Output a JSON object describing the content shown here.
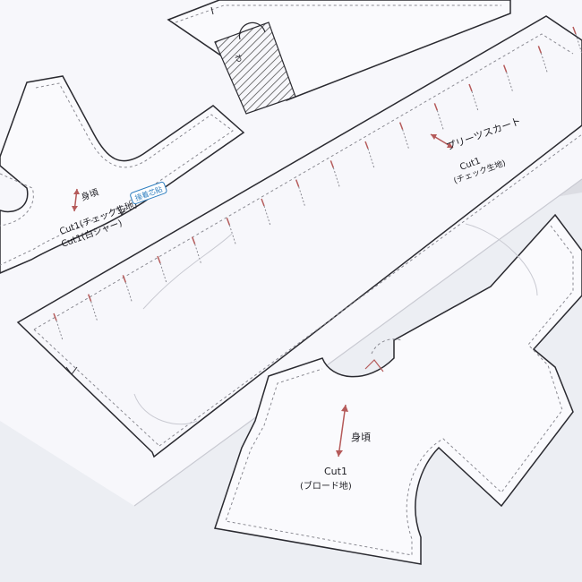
{
  "scene": {
    "colors": {
      "paper": "#f7f7fb",
      "paper_back": "#eceef3",
      "line": "#2a2a30",
      "dash": "#8a8a92",
      "arrow": "#b55a5a",
      "badge": "#2f7fc0",
      "hatch": "#3a3a3a"
    }
  },
  "labels": {
    "bodice_top": "身頃",
    "bodice_top_cut_a": "Cut1(チェック生地)",
    "bodice_top_cut_b": "Cut1(白シャー)",
    "badge": "接着芯貼",
    "skirt_name": "プリーツスカート",
    "skirt_cut": "Cut1",
    "skirt_cut_fabric": "(チェック生地)",
    "waist_note": "わ",
    "bodice_bottom": "身頃",
    "bodice_bottom_cut": "Cut1",
    "bodice_bottom_fabric": "(ブロード地)"
  }
}
